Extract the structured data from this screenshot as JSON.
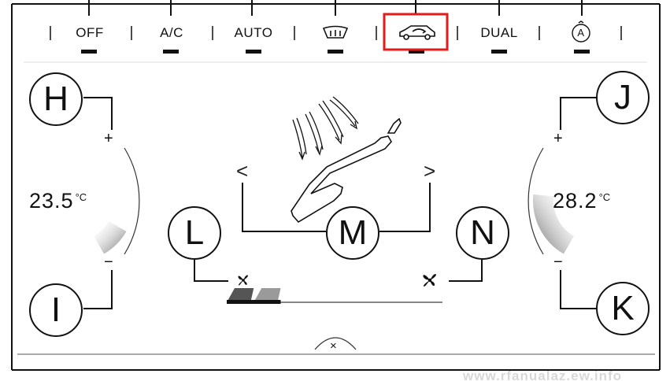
{
  "buttons": [
    {
      "id": "off",
      "label": "OFF"
    },
    {
      "id": "ac",
      "label": "A/C"
    },
    {
      "id": "auto",
      "label": "AUTO"
    },
    {
      "id": "defrost",
      "label": "",
      "icon": "rear-defrost-icon"
    },
    {
      "id": "recirculation",
      "label": "",
      "icon": "car-recirculation-icon",
      "highlighted": true
    },
    {
      "id": "dual",
      "label": "DUAL"
    },
    {
      "id": "auto-mode",
      "label": "A",
      "icon": "circle-a-icon"
    }
  ],
  "left_zone": {
    "temperature": "23.5",
    "unit": "°C",
    "plus": "+",
    "minus": "−",
    "level": 0.25
  },
  "right_zone": {
    "temperature": "28.2",
    "unit": "°C",
    "plus": "+",
    "minus": "−",
    "level": 0.55
  },
  "airflow": {
    "prev": "<",
    "next": ">"
  },
  "fan": {
    "level": 0.25
  },
  "close": "×",
  "callouts": {
    "H": "H",
    "I": "I",
    "J": "J",
    "K": "K",
    "L": "L",
    "M": "M",
    "N": "N"
  },
  "watermark": "www.rfanualaz.ew.info",
  "colors": {
    "highlight": "#e41b1b",
    "line": "#111111"
  }
}
